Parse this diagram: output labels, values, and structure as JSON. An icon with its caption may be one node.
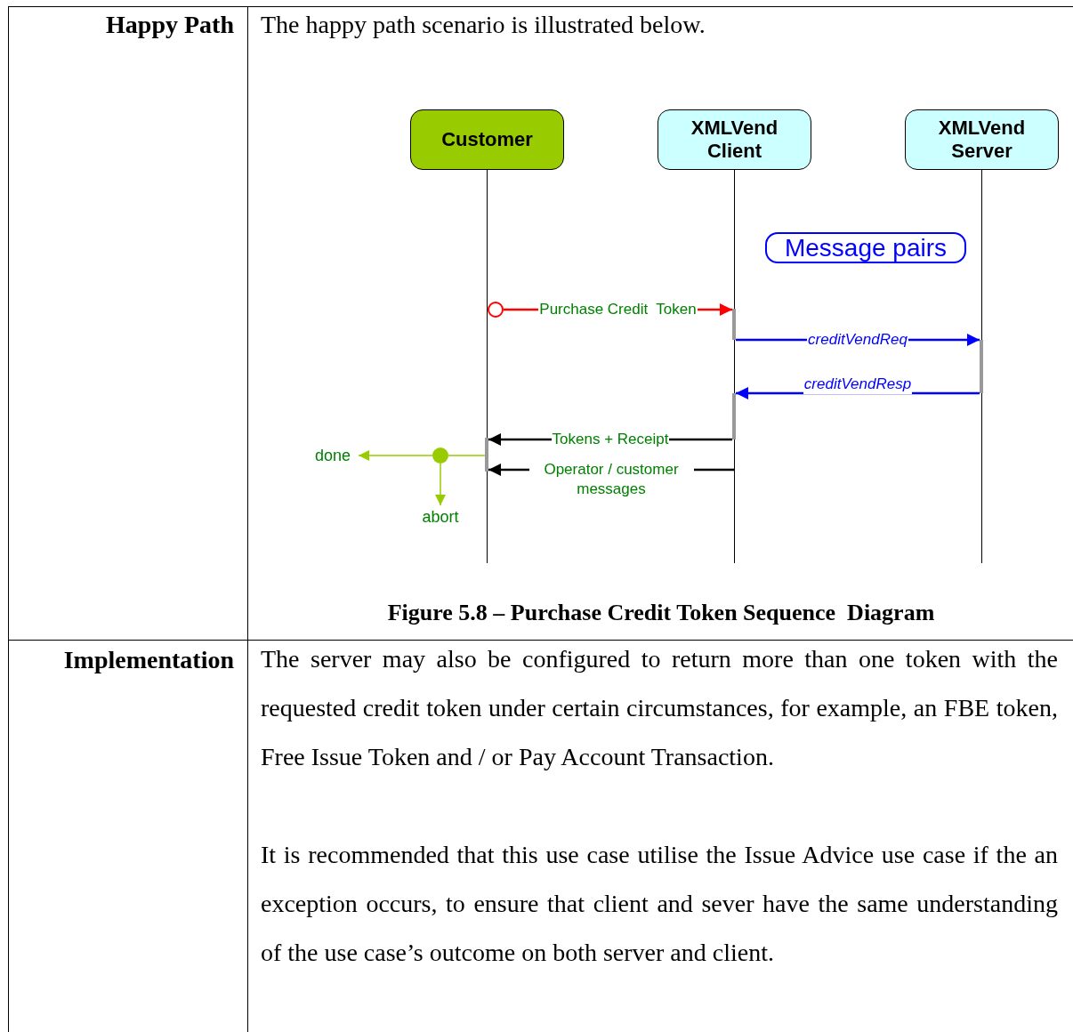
{
  "diagram": {
    "caption": "Figure 5.8 – Purchase Credit Token Sequence  Diagram",
    "nodes": [
      {
        "text": [
          "Customer"
        ]
      },
      {
        "text": [
          "XMLVend Client"
        ]
      },
      {
        "text": [
          "XMLVend Server"
        ]
      },
      {
        "text": [
          "Message pairs"
        ]
      },
      {
        "text": [],
        "shape": "circle"
      },
      {
        "text": [],
        "shape": "bar"
      },
      {
        "text": [],
        "shape": "bar"
      },
      {
        "text": [],
        "shape": "bar"
      },
      {
        "text": [],
        "shape": "bar"
      },
      {
        "text": [],
        "shape": "circle"
      },
      {
        "text": [
          "done"
        ]
      },
      {
        "text": [
          "abort"
        ]
      }
    ],
    "edges": [
      {
        "from": 4,
        "to": 5,
        "arrow": "to",
        "label": "Purchase Credit  Token",
        "color": "#ff0000"
      },
      {
        "from": 5,
        "to": 6,
        "arrow": "to",
        "label": "creditVendReq",
        "color": "#0000ff"
      },
      {
        "from": 6,
        "to": 7,
        "arrow": "to",
        "label": "creditVendResp",
        "color": "#0000ff"
      },
      {
        "from": 7,
        "to": 8,
        "arrow": "to",
        "label": "Tokens + Receipt",
        "color": "#000000"
      },
      {
        "from": null,
        "to": 8,
        "arrow": "to",
        "label": "Operator / customer messages",
        "color": "#000000"
      },
      {
        "from": 8,
        "to": 9,
        "arrow": "none",
        "color": "#99cc00"
      },
      {
        "from": 9,
        "to": 10,
        "arrow": "to",
        "color": "#99cc00"
      },
      {
        "from": 9,
        "to": 11,
        "arrow": "to",
        "color": "#99cc00"
      }
    ],
    "labels": [
      "Happy Path",
      "The happy path scenario is illustrated below.",
      "Implementation",
      "The server may also be configured to return more than one token with the requested credit token under certain circumstances, for example, an FBE token, Free Issue Token and / or Pay Account Transaction.",
      "It is recommended that this use case utilise the Issue Advice use case if the an exception occurs, to ensure that client and sever have the same understanding of the use case’s outcome on both server and client."
    ]
  }
}
